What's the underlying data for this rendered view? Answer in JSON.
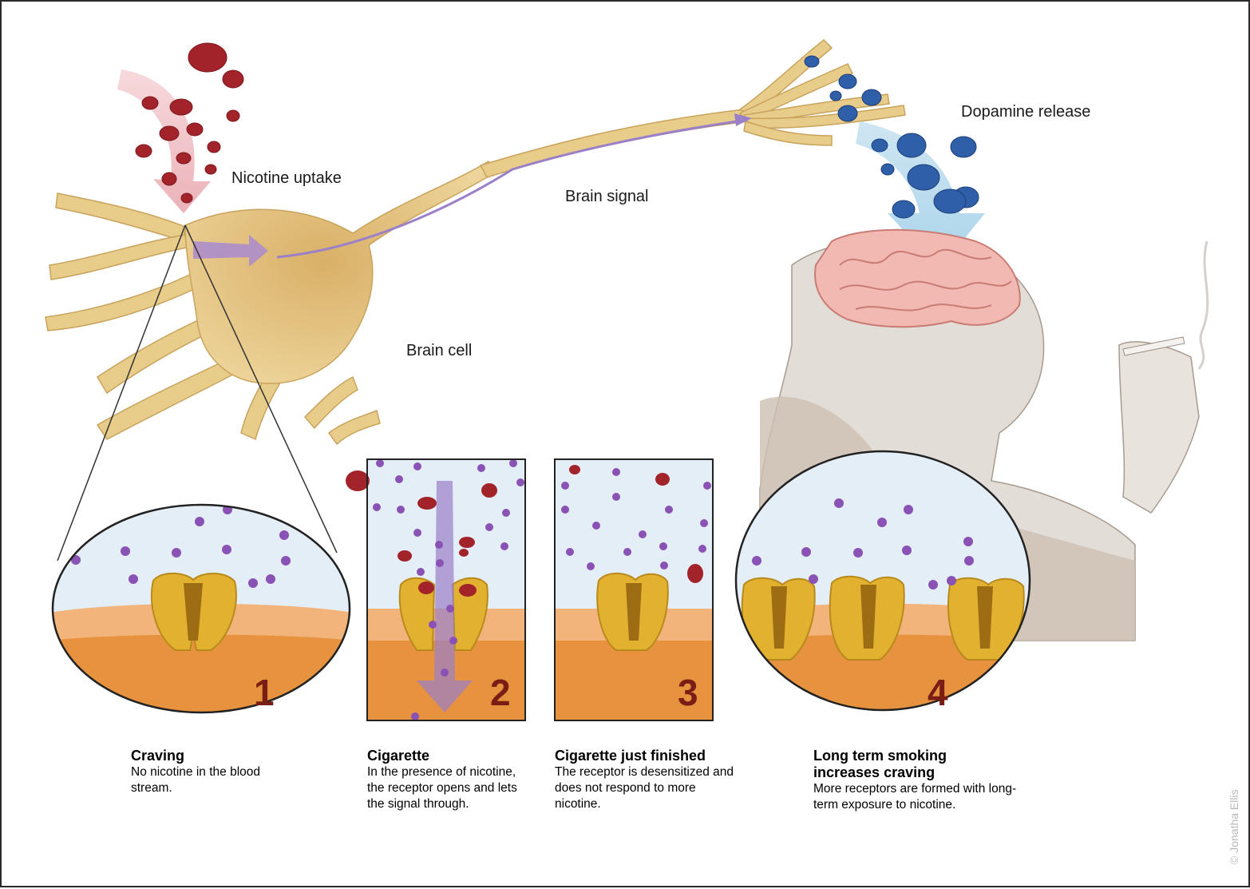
{
  "labels": {
    "nicotine_uptake": "Nicotine uptake",
    "brain_signal": "Brain signal",
    "dopamine_release": "Dopamine release",
    "brain_cell": "Brain cell"
  },
  "panels": [
    {
      "number": "1",
      "title": "Craving",
      "body": "No nicotine in the blood stream."
    },
    {
      "number": "2",
      "title": "Cigarette",
      "body": "In the presence of nicotine, the receptor opens and lets the signal through."
    },
    {
      "number": "3",
      "title": "Cigarette just finished",
      "body": "The receptor is desensitized and does not respond to more nicotine."
    },
    {
      "number": "4",
      "title": "Long term smoking increases craving",
      "body": "More receptors are formed with long-term exposure to nicotine."
    }
  ],
  "credit": "© Jonatha Ellis",
  "colors": {
    "neuron": "#e8cc8a",
    "nicotine": "#a3232a",
    "dopamine": "#2f5fa8",
    "receptor": "#e2b12f",
    "membrane": "#f2b47a",
    "cytoplasm": "#e7923e",
    "fluid": "#e4eef6",
    "signal": "#9a7fc9",
    "number": "#7a1d14"
  }
}
